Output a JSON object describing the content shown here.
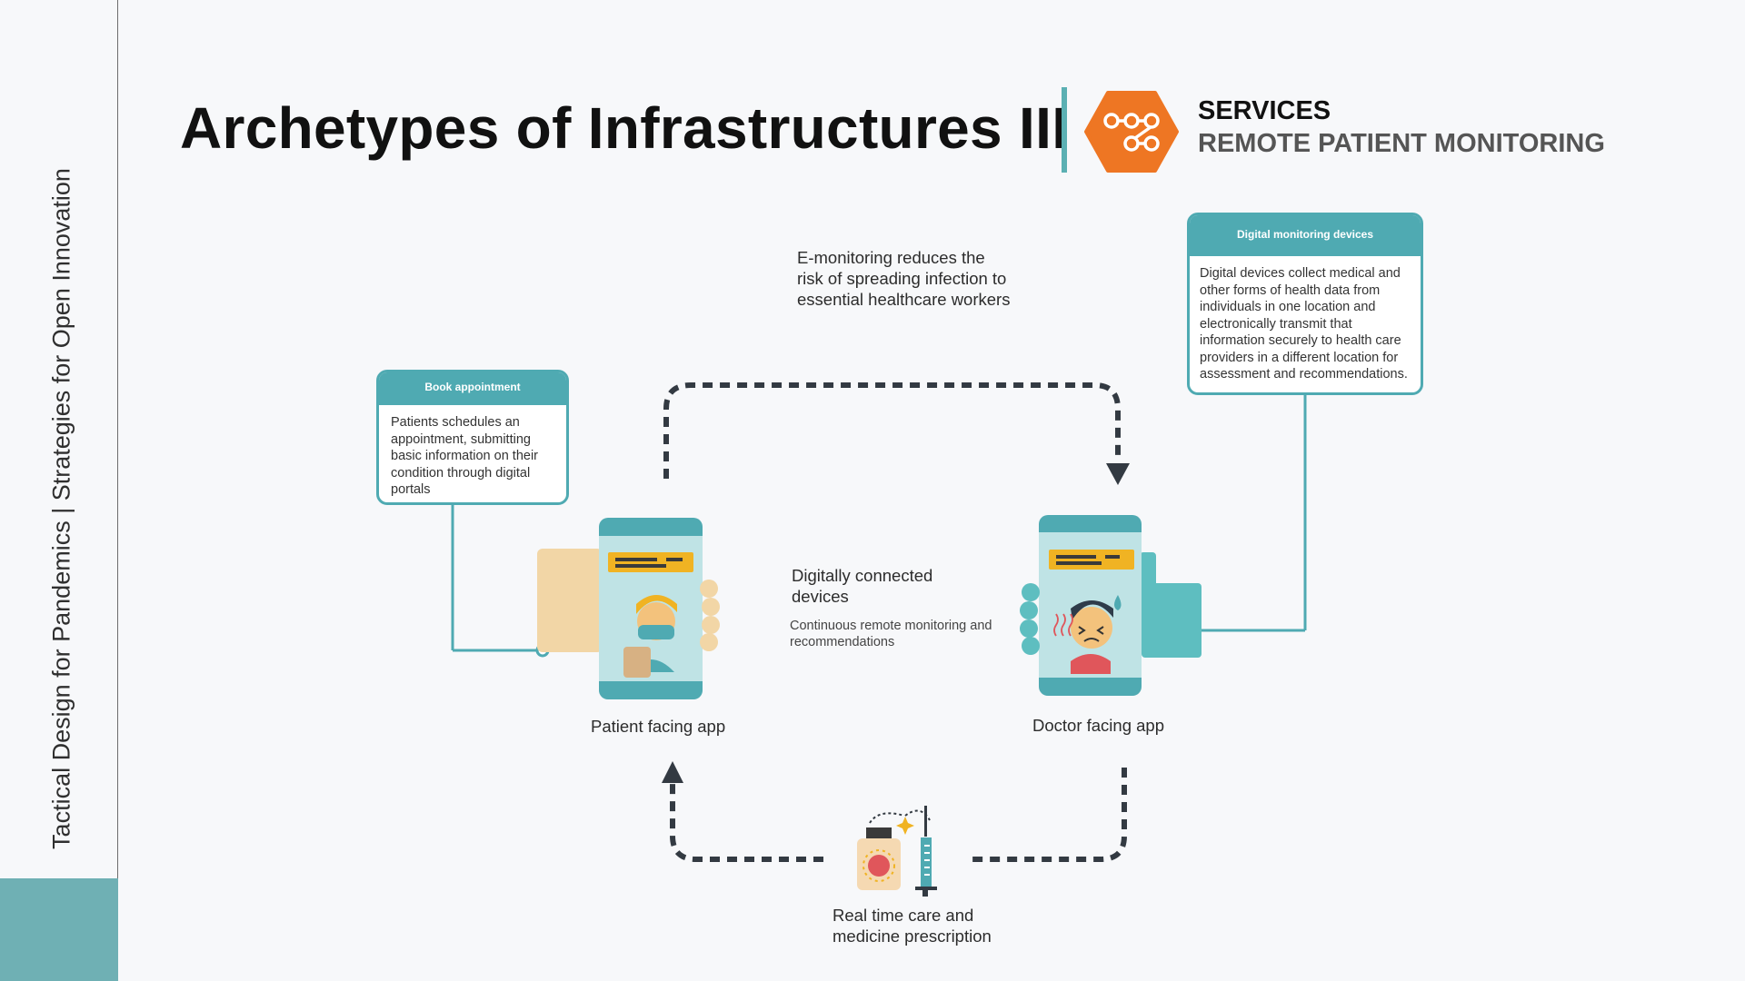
{
  "sidebar": {
    "text": "Tactical Design for Pandemics | Strategies for Open Innovation"
  },
  "header": {
    "title": "Archetypes of Infrastructures III",
    "category": "SERVICES",
    "subtitle": "REMOTE PATIENT MONITORING"
  },
  "colors": {
    "accent": "#4faab2",
    "logo": "#ee7623",
    "arrow": "#333a42"
  },
  "diagram": {
    "book": {
      "header": "Book appointment",
      "body": "Patients schedules an appointment, submitting basic information on their condition through digital portals"
    },
    "monitoring": {
      "header": "Digital monitoring devices",
      "body": "Digital devices collect medical and other forms of health data from individuals in one location and electronically transmit that information securely to health care providers in a different location for assessment and recommendations."
    },
    "top_note": "E-monitoring reduces the risk of spreading infection to essential healthcare workers",
    "center_title": "Digitally connected devices",
    "center_sub": "Continuous remote monitoring and recommendations",
    "patient_label": "Patient facing app",
    "doctor_label": "Doctor facing app",
    "bottom_label": "Real time care and medicine prescription"
  }
}
